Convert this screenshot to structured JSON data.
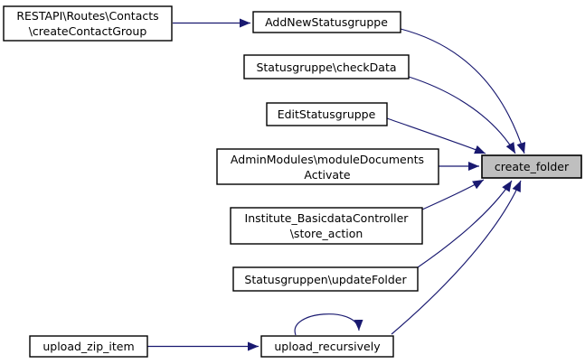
{
  "diagram": {
    "type": "doxygen-call-graph",
    "focus_function": "create_folder",
    "colors": {
      "background": "#ffffff",
      "edge": "#191970",
      "node_border": "#000000",
      "node_fill": "#ffffff",
      "highlight_fill": "#bfbfbf",
      "text": "#000000"
    },
    "nodes": {
      "create_contact_group": {
        "line1": "RESTAPI\\Routes\\Contacts",
        "line2": "\\createContactGroup"
      },
      "add_new_statusgruppe": {
        "label": "AddNewStatusgruppe"
      },
      "check_data": {
        "label": "Statusgruppe\\checkData"
      },
      "edit_statusgruppe": {
        "label": "EditStatusgruppe"
      },
      "module_documents_activate": {
        "line1": "AdminModules\\moduleDocuments",
        "line2": "Activate"
      },
      "store_action": {
        "line1": "Institute_BasicdataController",
        "line2": "\\store_action"
      },
      "update_folder": {
        "label": "Statusgruppen\\updateFolder"
      },
      "upload_zip_item": {
        "label": "upload_zip_item"
      },
      "upload_recursively": {
        "label": "upload_recursively"
      },
      "create_folder": {
        "label": "create_folder"
      }
    },
    "edges": [
      {
        "from": "RESTAPI\\Routes\\Contacts\\createContactGroup",
        "to": "AddNewStatusgruppe"
      },
      {
        "from": "AddNewStatusgruppe",
        "to": "create_folder"
      },
      {
        "from": "Statusgruppe\\checkData",
        "to": "create_folder"
      },
      {
        "from": "EditStatusgruppe",
        "to": "create_folder"
      },
      {
        "from": "AdminModules\\moduleDocumentsActivate",
        "to": "create_folder"
      },
      {
        "from": "Institute_BasicdataController\\store_action",
        "to": "create_folder"
      },
      {
        "from": "Statusgruppen\\updateFolder",
        "to": "create_folder"
      },
      {
        "from": "upload_zip_item",
        "to": "upload_recursively"
      },
      {
        "from": "upload_recursively",
        "to": "upload_recursively"
      },
      {
        "from": "upload_recursively",
        "to": "create_folder"
      }
    ]
  }
}
